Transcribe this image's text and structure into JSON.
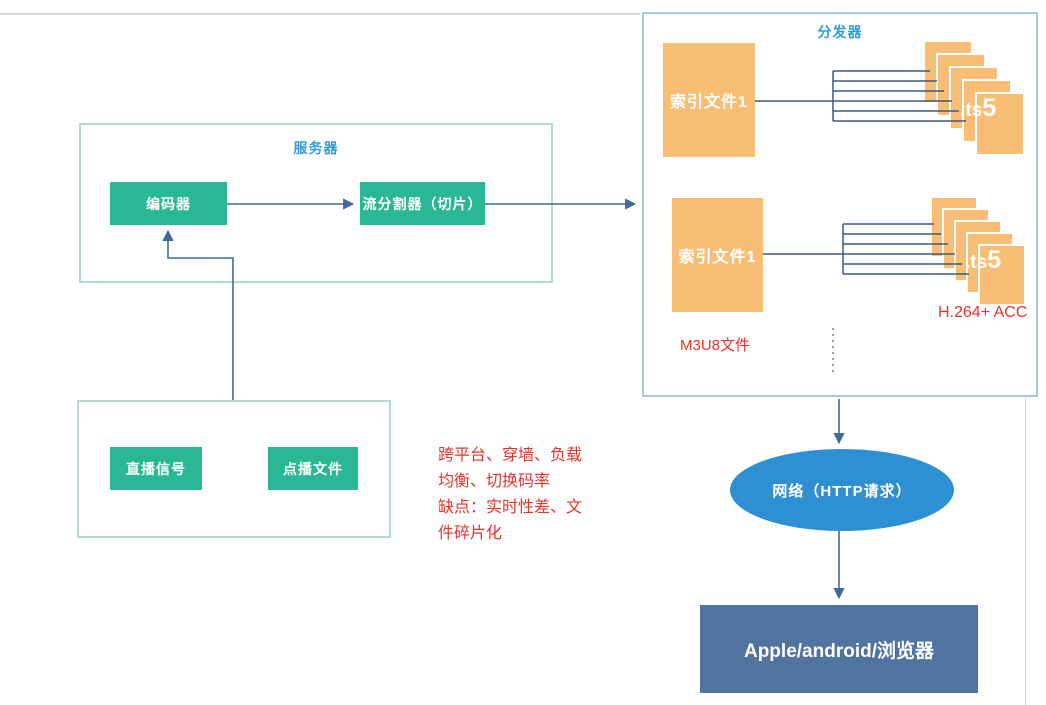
{
  "colors": {
    "green": "#2ab795",
    "orange": "#f9be75",
    "title_blue": "#2f9cd9",
    "red": "#e8332b",
    "network_blue": "#2e90d3",
    "client_blue": "#51739f",
    "arrow_blue": "#41699c",
    "comb_line": "#3d5a7d",
    "teal_border": "#b2dacd",
    "dist_border": "#a9c8e0",
    "gray_line": "#d9d9d9"
  },
  "server_group": {
    "title": "服务器",
    "encoder_label": "编码器",
    "splitter_label": "流分割器（切片）"
  },
  "source_group": {
    "live_label": "直播信号",
    "vod_label": "点播文件"
  },
  "notes": {
    "lines": [
      "跨平台、穿墙、负载",
      "均衡、切换码率",
      "缺点：实时性差、文",
      "件碎片化"
    ]
  },
  "distributor": {
    "title": "分发器",
    "rows": [
      {
        "index_label": "索引文件1",
        "ts_label": ".ts",
        "ts_count": "5"
      },
      {
        "index_label": "索引文件1",
        "ts_label": ".ts",
        "ts_count": "5"
      }
    ],
    "m3u8_label": "M3U8文件",
    "codec_label": "H.264+ ACC"
  },
  "network": {
    "label": "网络（HTTP请求）"
  },
  "client": {
    "label": "Apple/android/浏览器"
  }
}
